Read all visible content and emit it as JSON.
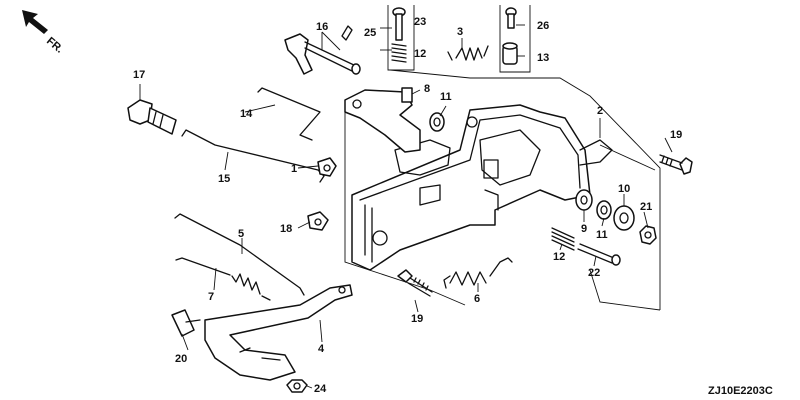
{
  "orientation": {
    "label": "FR."
  },
  "diagram_code": "ZJ10E2203C",
  "callouts": [
    "1",
    "2",
    "3",
    "4",
    "5",
    "6",
    "7",
    "8",
    "9",
    "10",
    "11",
    "12",
    "13",
    "14",
    "15",
    "16",
    "17",
    "18",
    "19",
    "20",
    "21",
    "22",
    "23",
    "24",
    "25",
    "26"
  ],
  "labels": {
    "c1": "1",
    "c2": "2",
    "c3": "3",
    "c4": "4",
    "c5": "5",
    "c6": "6",
    "c7": "7",
    "c8": "8",
    "c9": "9",
    "c10": "10",
    "c11a": "11",
    "c11b": "11",
    "c12a": "12",
    "c12b": "12",
    "c13": "13",
    "c14": "14",
    "c15": "15",
    "c16": "16",
    "c17": "17",
    "c18": "18",
    "c19a": "19",
    "c19b": "19",
    "c20": "20",
    "c21": "21",
    "c22": "22",
    "c23": "23",
    "c24": "24",
    "c25": "25",
    "c26": "26"
  }
}
